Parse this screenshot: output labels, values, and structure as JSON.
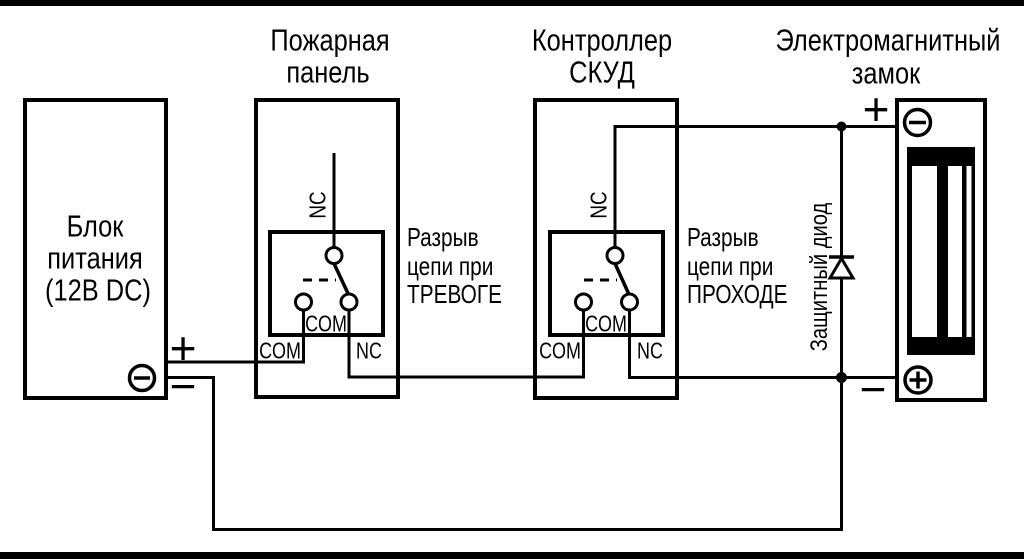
{
  "power_supply": {
    "title_lines": [
      "Блок",
      "питания",
      "(12В DC)"
    ],
    "plus": "+",
    "minus": "−"
  },
  "fire_panel": {
    "title_lines": [
      "Пожарная",
      "панель"
    ],
    "relay": {
      "nc_top": "NC",
      "com_inner": "COM",
      "com": "COM",
      "nc": "NC"
    }
  },
  "controller": {
    "title_lines": [
      "Контроллер",
      "СКУД"
    ],
    "relay": {
      "nc_top": "NC",
      "com_inner": "COM",
      "com": "COM",
      "nc": "NC"
    }
  },
  "lock": {
    "title_lines": [
      "Электромагнитный",
      "замок"
    ],
    "plus": "+",
    "minus": "−"
  },
  "annotations": {
    "alarm": {
      "lines": [
        "Разрыв",
        "цепи при",
        "ТРЕВОГЕ"
      ]
    },
    "passage": {
      "lines": [
        "Разрыв",
        "цепи при",
        "ПРОХОДЕ"
      ]
    },
    "diode": "Защитный диод"
  },
  "colors": {
    "line": "#000000",
    "background": "#ffffff"
  }
}
